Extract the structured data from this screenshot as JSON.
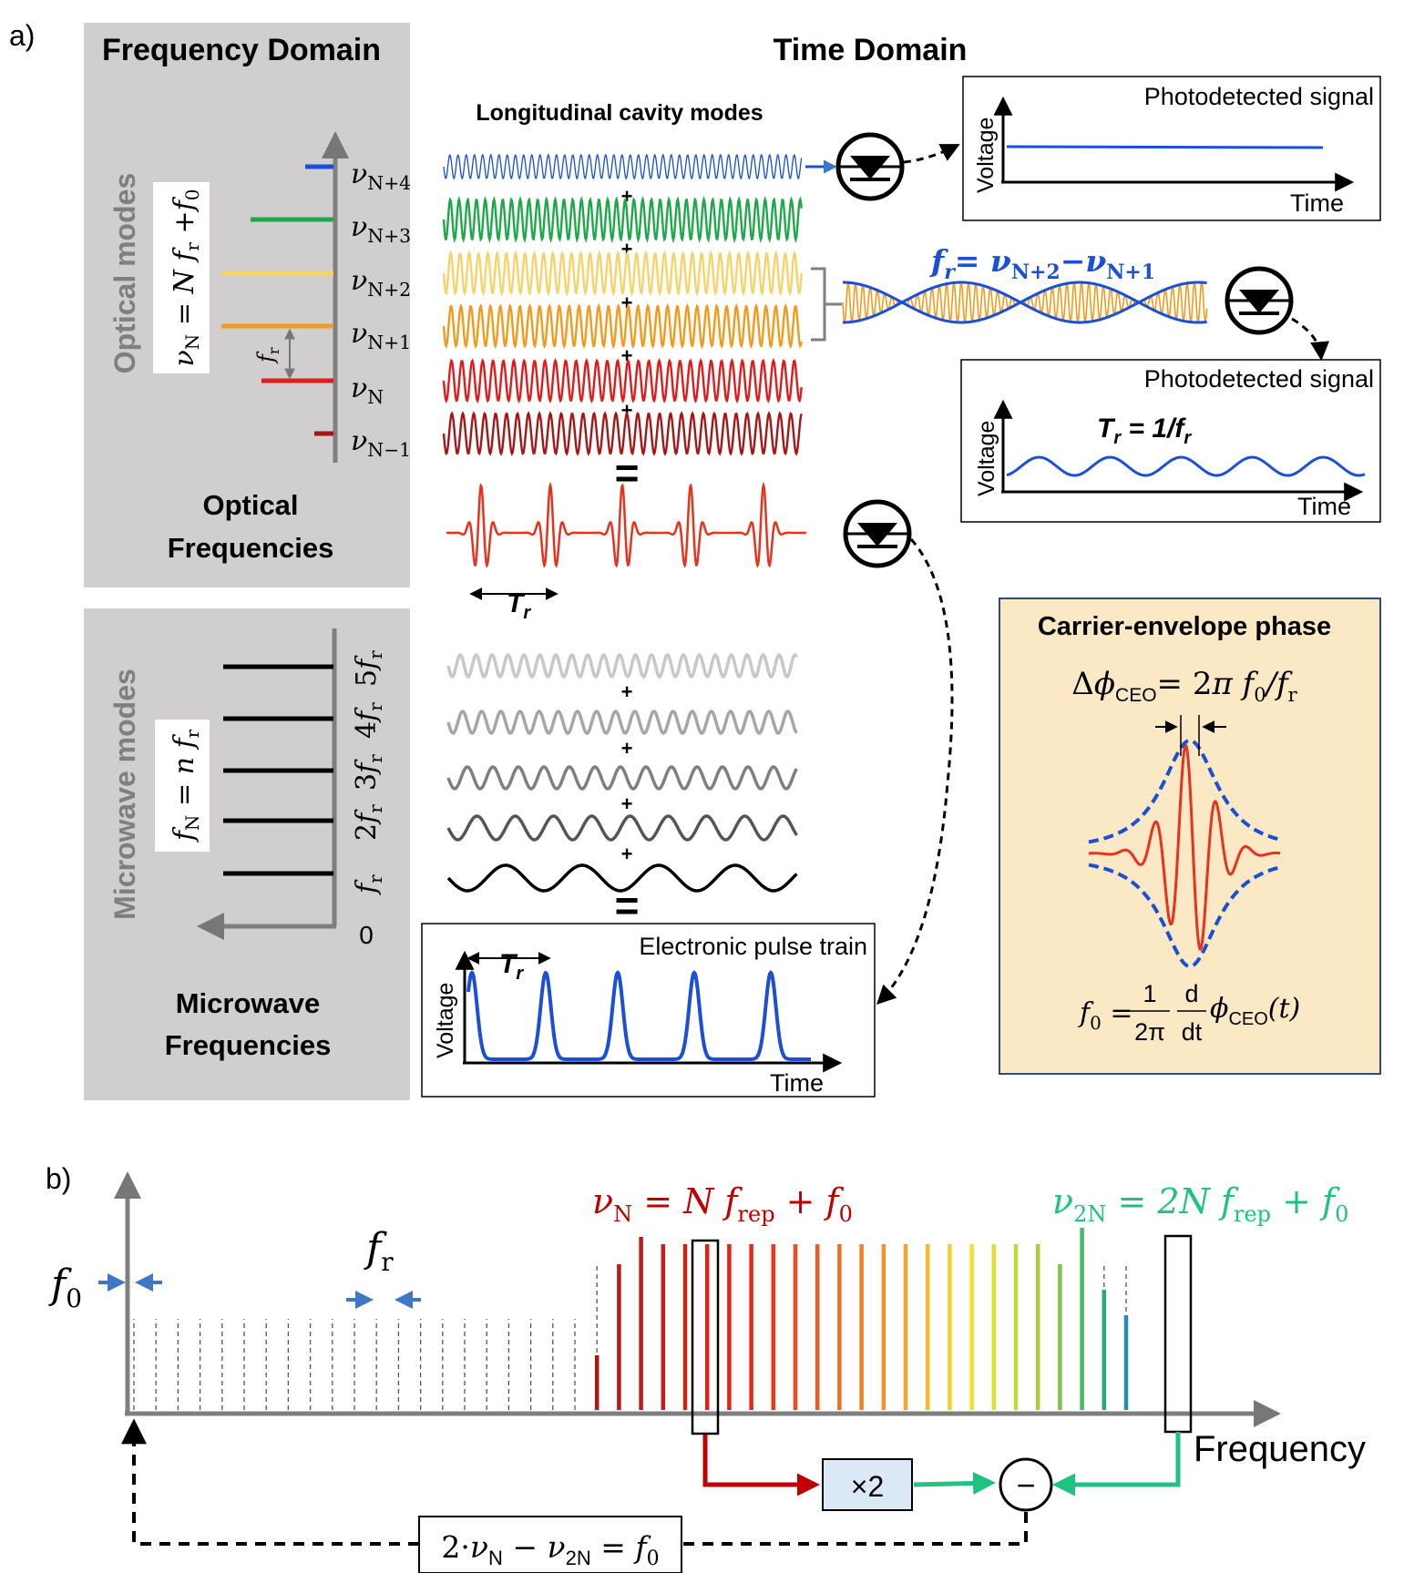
{
  "panel_a": {
    "label": "a)",
    "freq_domain_title": "Frequency Domain",
    "time_domain_title": "Time Domain",
    "optical": {
      "side_label": "Optical modes",
      "formula": "ν_N = N f_r + f_0",
      "fr_label": "f_r",
      "bottom_label_1": "Optical",
      "bottom_label_2": "Frequencies",
      "modes": [
        {
          "label": "ν_N+4",
          "color": "#1a4fd6"
        },
        {
          "label": "ν_N+3",
          "color": "#1fa84a"
        },
        {
          "label": "ν_N+2",
          "color": "#f6d46b"
        },
        {
          "label": "ν_N+1",
          "color": "#f39a1c"
        },
        {
          "label": "ν_N",
          "color": "#e01b1b"
        },
        {
          "label": "ν_N−1",
          "color": "#a51616"
        }
      ]
    },
    "microwave": {
      "side_label": "Microwave modes",
      "formula": "f_N = n f_r",
      "zero_label": "0",
      "bottom_label_1": "Microwave",
      "bottom_label_2": "Frequencies",
      "modes": [
        "f_r",
        "2f_r",
        "3f_r",
        "4f_r",
        "5f_r"
      ]
    },
    "cavity_title": "Longitudinal cavity modes",
    "plus": "+",
    "equals": "=",
    "tr_label": "T_r",
    "beat_formula": "f_r = ν_N+2 − ν_N+1",
    "box1": {
      "title": "Photodetected signal",
      "ylabel": "Voltage",
      "xlabel": "Time"
    },
    "box2": {
      "title": "Photodetected signal",
      "ylabel": "Voltage",
      "xlabel": "Time",
      "annotation": "T_r = 1/f_r"
    },
    "box3": {
      "title": "Electronic pulse train",
      "ylabel": "Voltage",
      "xlabel": "Time",
      "annotation": "T_r"
    },
    "ceo": {
      "title": "Carrier-envelope phase",
      "formula_top": "Δϕ_CEO = 2π f_0/f_r",
      "formula_bottom": "f_0 = 1/2π d/dt ϕ_CEO(t)",
      "background": "#fbe9c6"
    }
  },
  "panel_b": {
    "label": "b)",
    "f0_label": "f_0",
    "fr_label": "f_r",
    "nu_n_formula": "ν_N = N f_rep + f_0",
    "nu_2n_formula": "ν_2N = 2N f_rep + f_0",
    "x_axis_label": "Frequency",
    "doubler_label": "×2",
    "minus_label": "−",
    "bottom_formula": "2·ν_N − ν_2N = f_0",
    "red_color": "#c00000",
    "green_color": "#1fc27e"
  }
}
